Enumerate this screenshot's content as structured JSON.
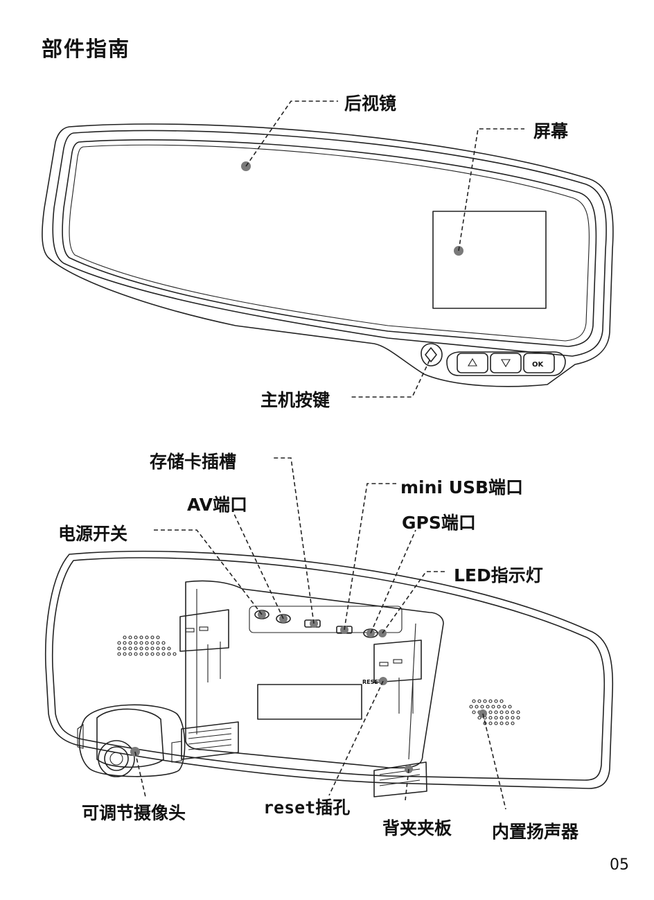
{
  "page": {
    "title": "部件指南",
    "page_number": "05"
  },
  "front_view": {
    "labels": {
      "mirror": "后视镜",
      "screen": "屏幕",
      "buttons": "主机按键"
    },
    "button_text": {
      "ok": "OK"
    }
  },
  "back_view": {
    "labels": {
      "card_slot": "存储卡插槽",
      "mini_usb": "mini USB端口",
      "av_port": "AV端口",
      "gps_port": "GPS端口",
      "power_switch": "电源开关",
      "led": "LED指示灯",
      "camera": "可调节摄像头",
      "reset": "reset插孔",
      "clip": "背夹夹板",
      "speaker": "内置扬声器"
    },
    "reset_marking": "RESET"
  }
}
